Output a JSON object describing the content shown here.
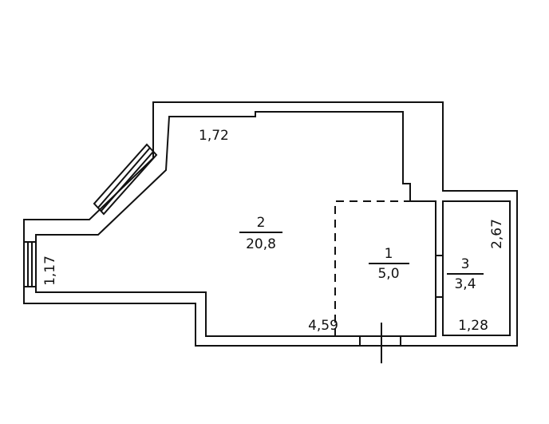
{
  "colors": {
    "wall": "#111111",
    "background": "#ffffff"
  },
  "rooms": [
    {
      "number": "2",
      "area": "20,8"
    },
    {
      "number": "1",
      "area": "5,0"
    },
    {
      "number": "3",
      "area": "3,4"
    }
  ],
  "dimensions": [
    {
      "value": "1,72"
    },
    {
      "value": "1,17"
    },
    {
      "value": "4,59"
    },
    {
      "value": "2,67"
    },
    {
      "value": "1,28"
    }
  ]
}
